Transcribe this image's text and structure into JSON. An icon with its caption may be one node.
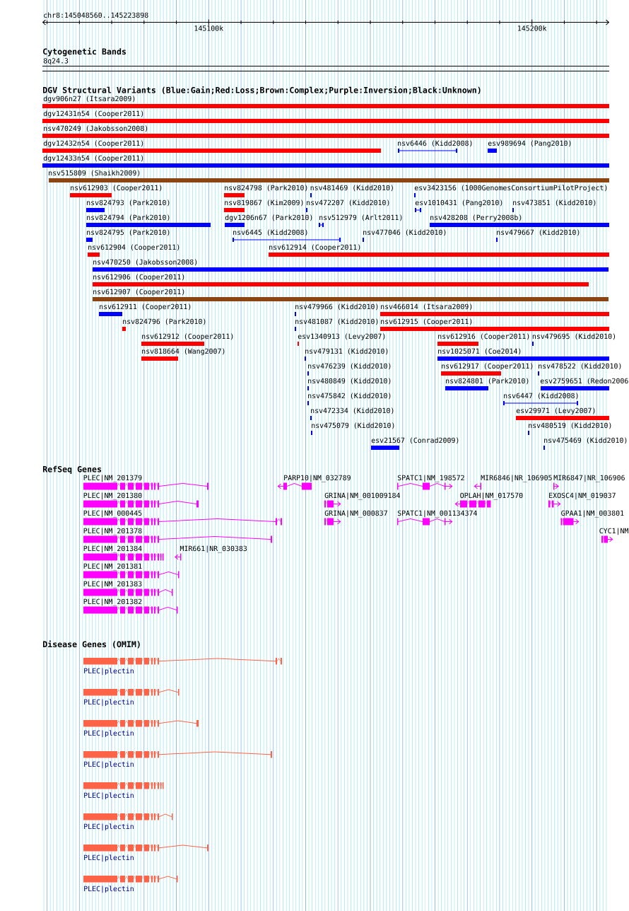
{
  "diagram": {
    "nodes": [
      {
        "text": [
          "8q24.3"
        ]
      },
      {
        "text": [
          "dgv906n27 (Itsara2009)"
        ]
      },
      {
        "text": [
          "dgv12431n54 (Cooper2011)"
        ]
      },
      {
        "text": [
          "nsv470249 (Jakobsson2008)"
        ]
      },
      {
        "text": [
          "dgv12432n54 (Cooper2011)"
        ]
      },
      {
        "text": [
          "nsv6446 (Kidd2008)"
        ]
      },
      {
        "text": [
          "esv989694 (Pang2010)"
        ]
      },
      {
        "text": [
          "dgv12433n54 (Cooper2011)"
        ]
      },
      {
        "text": [
          "nsv515809 (Shaikh2009)"
        ]
      },
      {
        "text": [
          "nsv612903 (Cooper2011)"
        ]
      },
      {
        "text": [
          "nsv824798 (Park2010)"
        ]
      },
      {
        "text": [
          "nsv481469 (Kidd2010)"
        ]
      },
      {
        "text": [
          "esv3423156 (1000GenomesConsortiumPilotProject)"
        ]
      },
      {
        "text": [
          "nsv824793 (Park2010)"
        ]
      },
      {
        "text": [
          "nsv819867 (Kim2009)"
        ]
      },
      {
        "text": [
          "nsv472207 (Kidd2010)"
        ]
      },
      {
        "text": [
          "esv1010431 (Pang2010)"
        ]
      },
      {
        "text": [
          "nsv473851 (Kidd2010)"
        ]
      },
      {
        "text": [
          "nsv824794 (Park2010)"
        ]
      },
      {
        "text": [
          "dgv1206n67 (Park2010)"
        ]
      },
      {
        "text": [
          "nsv512979 (Arlt2011)"
        ]
      },
      {
        "text": [
          "nsv428208 (Perry2008b)"
        ]
      },
      {
        "text": [
          "nsv824795 (Park2010)"
        ]
      },
      {
        "text": [
          "nsv6445 (Kidd2008)"
        ]
      },
      {
        "text": [
          "nsv477046 (Kidd2010)"
        ]
      },
      {
        "text": [
          "nsv479667 (Kidd2010)"
        ]
      },
      {
        "text": [
          "nsv612904 (Cooper2011)"
        ]
      },
      {
        "text": [
          "nsv612914 (Cooper2011)"
        ]
      },
      {
        "text": [
          "nsv470250 (Jakobsson2008)"
        ]
      },
      {
        "text": [
          "nsv612906 (Cooper2011)"
        ]
      },
      {
        "text": [
          "nsv612907 (Cooper2011)"
        ]
      },
      {
        "text": [
          "nsv612911 (Cooper2011)"
        ]
      },
      {
        "text": [
          "nsv479966 (Kidd2010)"
        ]
      },
      {
        "text": [
          "nsv466014 (Itsara2009)"
        ]
      },
      {
        "text": [
          "nsv824796 (Park2010)"
        ]
      },
      {
        "text": [
          "nsv481087 (Kidd2010)"
        ]
      },
      {
        "text": [
          "nsv612915 (Cooper2011)"
        ]
      },
      {
        "text": [
          "nsv612912 (Cooper2011)"
        ]
      },
      {
        "text": [
          "esv1340913 (Levy2007)"
        ]
      },
      {
        "text": [
          "nsv612916 (Cooper2011)"
        ]
      },
      {
        "text": [
          "nsv479695 (Kidd2010)"
        ]
      },
      {
        "text": [
          "nsv818664 (Wang2007)"
        ]
      },
      {
        "text": [
          "nsv479131 (Kidd2010)"
        ]
      },
      {
        "text": [
          "nsv1025071 (Coe2014)"
        ]
      },
      {
        "text": [
          "nsv476239 (Kidd2010)"
        ]
      },
      {
        "text": [
          "nsv612917 (Cooper2011)"
        ]
      },
      {
        "text": [
          "nsv478522 (Kidd2010)"
        ]
      },
      {
        "text": [
          "nsv480849 (Kidd2010)"
        ]
      },
      {
        "text": [
          "nsv824801 (Park2010)"
        ]
      },
      {
        "text": [
          "esv2759651 (Redon2006"
        ]
      },
      {
        "text": [
          "nsv475842 (Kidd2010)"
        ]
      },
      {
        "text": [
          "nsv6447 (Kidd2008)"
        ]
      },
      {
        "text": [
          "nsv472334 (Kidd2010)"
        ]
      },
      {
        "text": [
          "esv29971 (Levy2007)"
        ]
      },
      {
        "text": [
          "nsv475079 (Kidd2010)"
        ]
      },
      {
        "text": [
          "nsv480519 (Kidd2010)"
        ]
      },
      {
        "text": [
          "esv21567 (Conrad2009)"
        ]
      },
      {
        "text": [
          "nsv475469 (Kidd2010)"
        ]
      },
      {
        "text": [
          "PLEC|NM_201379"
        ]
      },
      {
        "text": [
          "PARP10|NM_032789"
        ]
      },
      {
        "text": [
          "SPATC1|NM_198572"
        ]
      },
      {
        "text": [
          "MIR6846|NR_106905"
        ]
      },
      {
        "text": [
          "MIR6847|NR_106906"
        ]
      },
      {
        "text": [
          "PLEC|NM_201380"
        ]
      },
      {
        "text": [
          "GRINA|NM_001009184"
        ]
      },
      {
        "text": [
          "OPLAH|NM_017570"
        ]
      },
      {
        "text": [
          "EXOSC4|NM_019037"
        ]
      },
      {
        "text": [
          "PLEC|NM_000445"
        ]
      },
      {
        "text": [
          "GRINA|NM_000837"
        ]
      },
      {
        "text": [
          "SPATC1|NM_001134374"
        ]
      },
      {
        "text": [
          "GPAA1|NM_003801"
        ]
      },
      {
        "text": [
          "PLEC|NM_201378"
        ]
      },
      {
        "text": [
          "CYC1|NM"
        ]
      },
      {
        "text": [
          "PLEC|NM_201384"
        ]
      },
      {
        "text": [
          "MIR661|NR_030383"
        ]
      },
      {
        "text": [
          "PLEC|NM_201381"
        ]
      },
      {
        "text": [
          "PLEC|NM_201383"
        ]
      },
      {
        "text": [
          "PLEC|NM_201382"
        ]
      },
      {
        "text": [
          "PLEC|plectin"
        ]
      },
      {
        "text": [
          "PLEC|plectin"
        ]
      },
      {
        "text": [
          "PLEC|plectin"
        ]
      },
      {
        "text": [
          "PLEC|plectin"
        ]
      },
      {
        "text": [
          "PLEC|plectin"
        ]
      },
      {
        "text": [
          "PLEC|plectin"
        ]
      },
      {
        "text": [
          "PLEC|plectin"
        ]
      },
      {
        "text": [
          "PLEC|plectin"
        ]
      }
    ],
    "labels": [
      "chr8:145048560..145223898",
      "145100k",
      "145200k",
      "Cytogenetic Bands",
      "DGV Structural Variants (Blue:Gain;Red:Loss;Brown:Complex;Purple:Inversion;Black:Unknown)",
      "RefSeq Genes",
      "Disease Genes (OMIM)"
    ]
  }
}
